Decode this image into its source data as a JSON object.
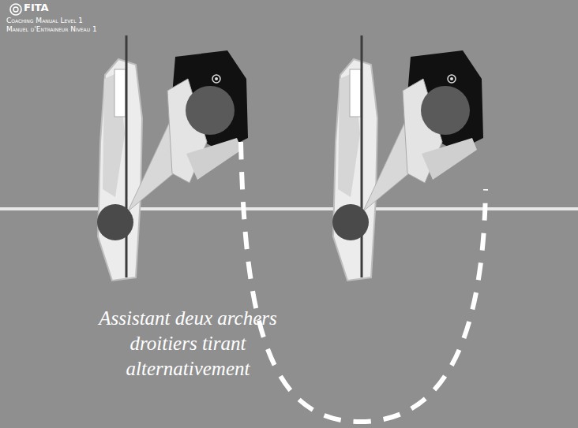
{
  "diagram": {
    "caption": "Assistant deux archers droitiers tirant alternativement",
    "labels": [
      "FITA",
      "Coaching Manual Level 1",
      "Manuel d'Entraineur Niveau 1"
    ]
  }
}
